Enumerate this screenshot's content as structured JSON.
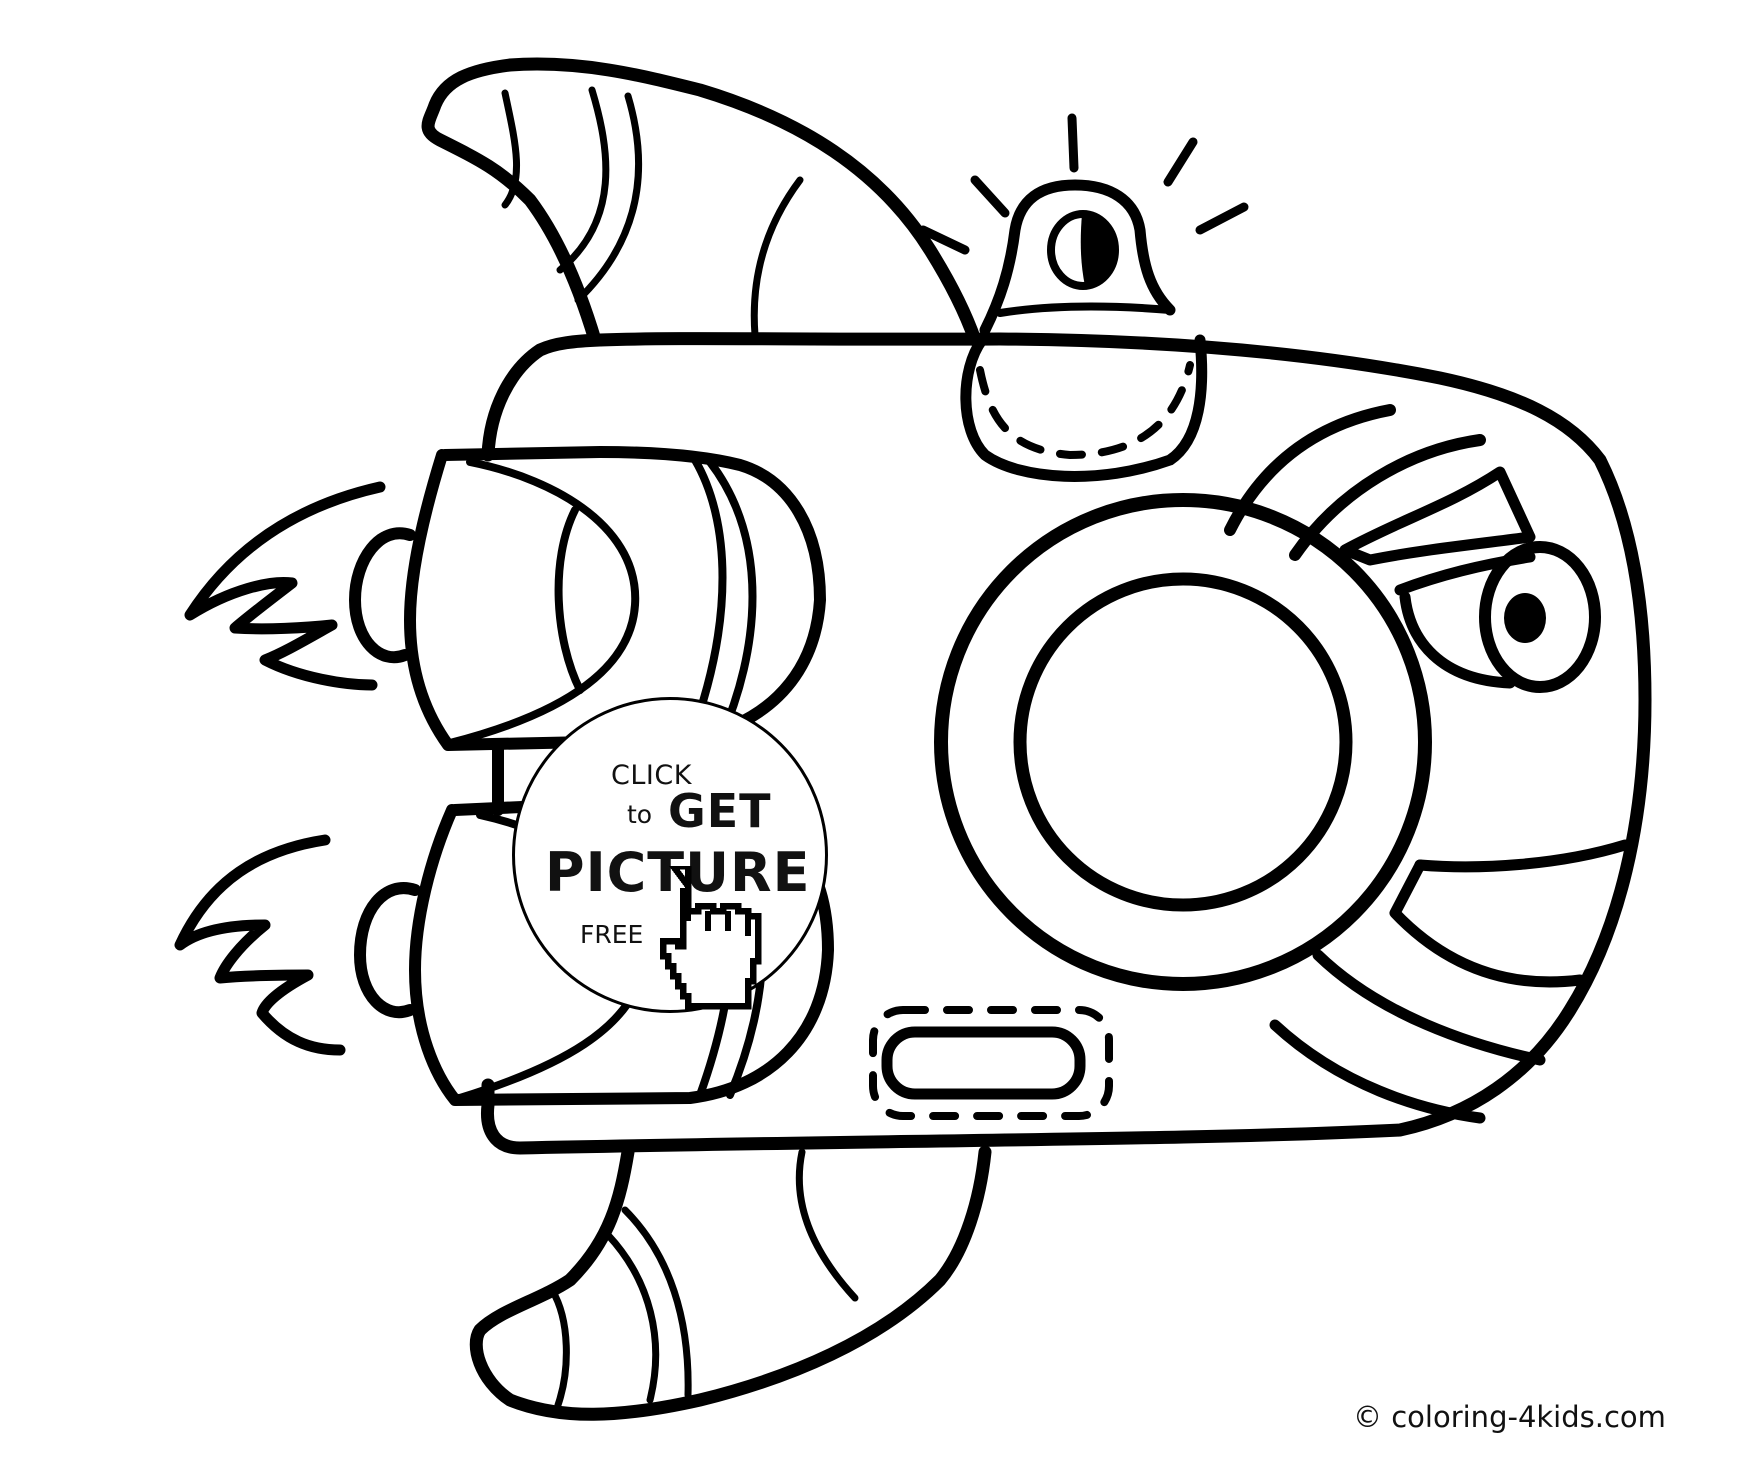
{
  "page": {
    "subject": "Coloring page: cartoon rocket-shaped camera / spaceship with eye and wings",
    "background_color": "#ffffff",
    "line_color": "#000000"
  },
  "badge": {
    "line1": "CLICK",
    "line2_small": "to",
    "line2_big": "GET",
    "line3": "PICTURE",
    "line4": "FREE",
    "icon": "pixel-hand-pointer-icon"
  },
  "footer": {
    "copyright": "© coloring-4kids.com"
  }
}
